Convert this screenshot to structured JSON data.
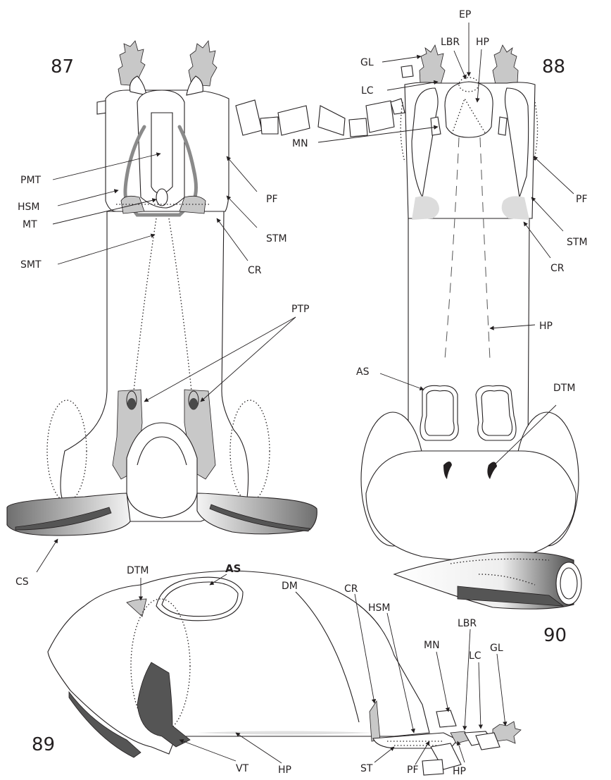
{
  "figures": [
    {
      "number": "87"
    },
    {
      "number": "88"
    },
    {
      "number": "89"
    },
    {
      "number": "90"
    }
  ],
  "fig87_labels": [
    "PMT",
    "HSM",
    "MT",
    "SMT",
    "PF",
    "STM",
    "CR",
    "PTP",
    "CS"
  ],
  "fig88_labels": [
    "GL",
    "LBR",
    "EP",
    "HP",
    "LC",
    "MN",
    "PF",
    "STM",
    "CR",
    "HP",
    "AS",
    "DTM"
  ],
  "fig89_labels": [
    "DTM",
    "AS",
    "DM",
    "CR",
    "HSM",
    "MN",
    "LBR",
    "LC",
    "GL",
    "VT",
    "HP",
    "ST",
    "PF",
    "HP"
  ],
  "colors": {
    "ink": "#231f20",
    "light_gray": "#c8c8c8",
    "dark_gray": "#555555"
  }
}
